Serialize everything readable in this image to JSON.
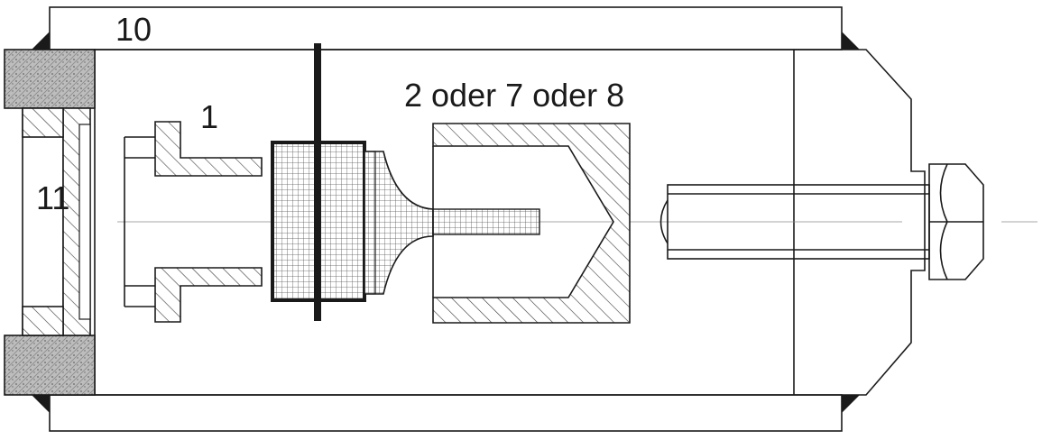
{
  "labels": {
    "part_10": "10",
    "part_1": "1",
    "part_11": "11",
    "part_alt": "2 oder 7 oder 8"
  },
  "colors": {
    "line": "#1a1a1a",
    "background": "#ffffff",
    "hatch": "#3a3a3a",
    "mesh": "#555555",
    "stipple": "#bdbdbd"
  }
}
